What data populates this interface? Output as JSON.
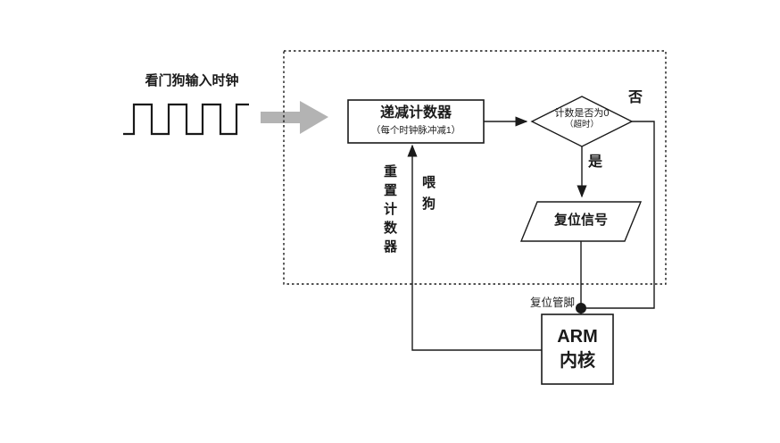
{
  "diagram": {
    "clock_label": "看门狗输入时钟",
    "counter_box": {
      "title": "递减计数器",
      "subtitle": "（每个时钟脉冲减1）"
    },
    "decision": {
      "line1": "计数是否为0",
      "line2": "（超时）"
    },
    "branches": {
      "no": "否",
      "yes": "是"
    },
    "reset_signal_label": "复位信号",
    "reset_pin_label": "复位管脚",
    "arm_core": {
      "line1": "ARM",
      "line2": "内核"
    },
    "feedback": {
      "reset_counter": "重置计数器",
      "feed_dog": "喂狗"
    }
  },
  "colors": {
    "line_color": "#1a1a1a",
    "arrow_gray": "#b3b3b3",
    "background": "#ffffff"
  }
}
